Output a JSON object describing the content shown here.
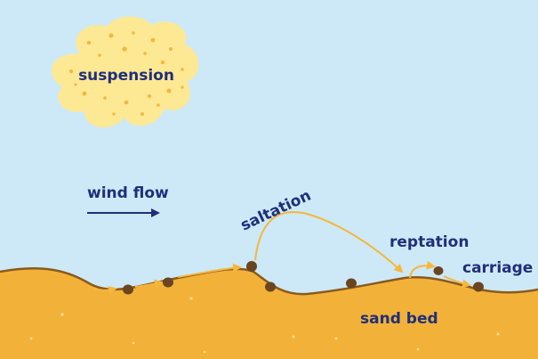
{
  "labels": {
    "suspension": "suspension",
    "wind_flow": "wind flow",
    "saltation": "saltation",
    "reptation": "reptation",
    "carriage": "carriage",
    "sand_bed": "sand bed"
  },
  "colors": {
    "sky": "#cde9f7",
    "sand": "#f2b23a",
    "sand_edge": "#8a5a1c",
    "cloud": "#fde894",
    "cloud_dots": "#f5b73c",
    "arrow": "#f5b73c",
    "grain": "#6b4420",
    "label": "#1f2f7a"
  }
}
